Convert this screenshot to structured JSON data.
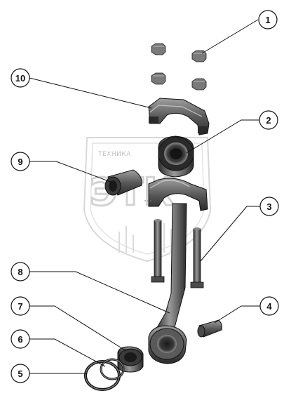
{
  "diagram": {
    "callouts": [
      {
        "id": "1",
        "label": "1"
      },
      {
        "id": "2",
        "label": "2"
      },
      {
        "id": "3",
        "label": "3"
      },
      {
        "id": "4",
        "label": "4"
      },
      {
        "id": "5",
        "label": "5"
      },
      {
        "id": "6",
        "label": "6"
      },
      {
        "id": "7",
        "label": "7"
      },
      {
        "id": "8",
        "label": "8"
      },
      {
        "id": "9",
        "label": "9"
      },
      {
        "id": "10",
        "label": "10"
      }
    ],
    "watermark": {
      "top_text": "ТЕХНИКА",
      "big_text": "ЭТК"
    },
    "colors": {
      "metal_dark": "#3a3a3a",
      "metal_mid": "#6e6e6e",
      "metal_light": "#a9a9a9",
      "line": "#111111",
      "watermark": "#c8c8c8"
    }
  }
}
